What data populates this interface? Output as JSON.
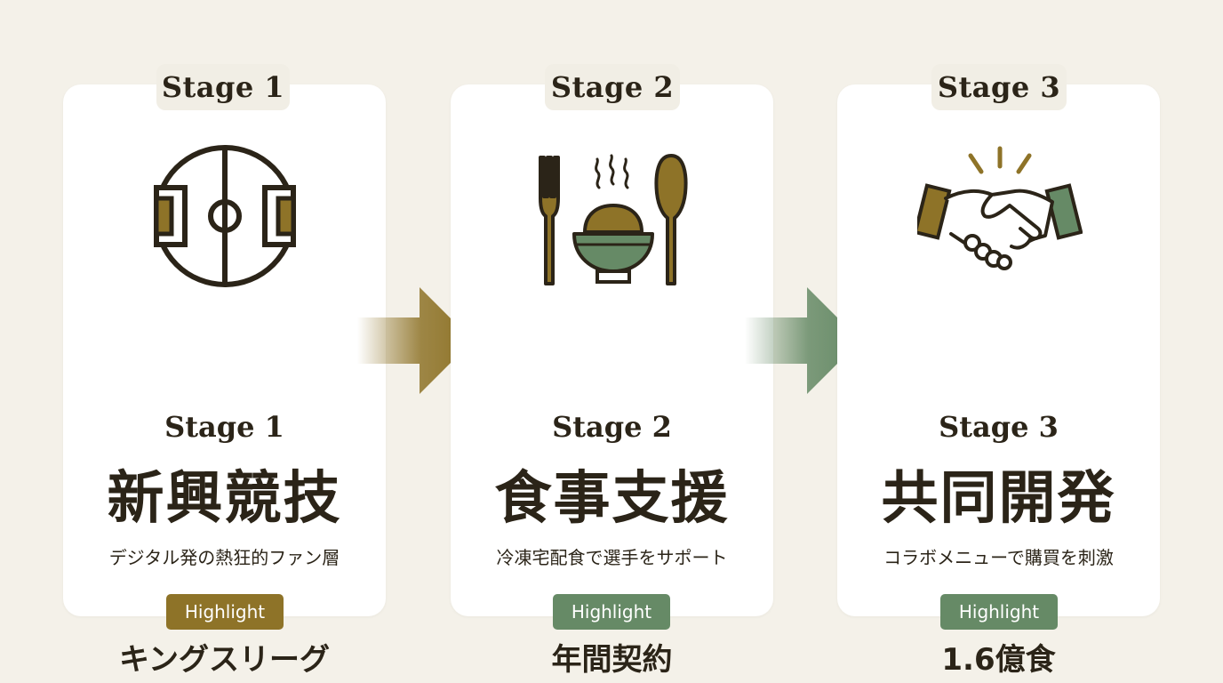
{
  "colors": {
    "background": "#f4f1e9",
    "card": "#ffffff",
    "ink": "#2b2418",
    "olive": "#8e7328",
    "sage": "#668a66"
  },
  "stages": [
    {
      "tab": "Stage 1",
      "icon": "soccer-field-icon",
      "label": "Stage 1",
      "title": "新興競技",
      "subtitle": "デジタル発の熱狂的ファン層",
      "badge": "Highlight",
      "badge_color": "#8e7328",
      "value": "キングスリーグ"
    },
    {
      "tab": "Stage 2",
      "icon": "meal-icon",
      "label": "Stage 2",
      "title": "食事支援",
      "subtitle": "冷凍宅配食で選手をサポート",
      "badge": "Highlight",
      "badge_color": "#668a66",
      "value": "年間契約"
    },
    {
      "tab": "Stage 3",
      "icon": "handshake-icon",
      "label": "Stage 3",
      "title": "共同開発",
      "subtitle": "コラボメニューで購買を刺激",
      "badge": "Highlight",
      "badge_color": "#668a66",
      "value": "1.6億食"
    }
  ],
  "arrows": [
    {
      "icon": "arrow-right-icon",
      "color": "#8e7328"
    },
    {
      "icon": "arrow-right-icon",
      "color": "#668a66"
    }
  ]
}
